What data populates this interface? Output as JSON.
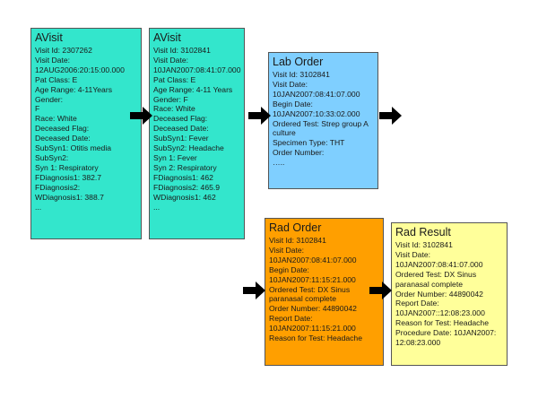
{
  "colors": {
    "avisit": "#33e6cc",
    "lab_order": "#7fcfff",
    "rad_order": "#ff9f00",
    "rad_result": "#ffff9a",
    "arrow": "#000000"
  },
  "boxes": {
    "avisit1": {
      "title": "AVisit",
      "rows": [
        "Visit Id: 2307262",
        "Visit Date:",
        "12AUG2006:20:15:00.000",
        "Pat Class: E",
        "Age Range: 4-11Years Gender:",
        "F",
        "Race: White",
        "Deceased Flag:",
        "Deceased Date:",
        "SubSyn1: Otitis media",
        "SubSyn2:",
        "Syn 1: Respiratory",
        "FDiagnosis1: 382.7",
        "FDiagnosis2:",
        "WDiagnosis1: 388.7",
        "..."
      ]
    },
    "avisit2": {
      "title": "AVisit",
      "rows": [
        "Visit Id: 3102841",
        "Visit Date:",
        "10JAN2007:08:41:07.000",
        "Pat Class: E",
        "Age Range: 4-11 Years",
        "Gender: F",
        "Race: White",
        "Deceased Flag:",
        "Deceased Date:",
        "SubSyn1: Fever",
        "SubSyn2: Headache",
        "Syn 1: Fever",
        "Syn 2: Respiratory",
        "FDiagnosis1: 462",
        "FDiagnosis2: 465.9",
        "WDiagnosis1: 462",
        "..."
      ]
    },
    "lab_order": {
      "title": "Lab Order",
      "rows": [
        "Visit Id: 3102841",
        "Visit Date:",
        "10JAN2007:08:41:07.000",
        "Begin Date:",
        "10JAN2007:10:33:02.000",
        "Ordered Test: Strep group A",
        "culture",
        "Specimen Type: THT",
        "Order Number:",
        "….."
      ]
    },
    "rad_order": {
      "title": "Rad Order",
      "rows": [
        "Visit Id: 3102841",
        "Visit Date:",
        "10JAN2007:08:41:07.000",
        "Begin Date:",
        "10JAN2007:11:15:21.000",
        "Ordered Test: DX Sinus",
        "paranasal complete",
        "Order Number: 44890042",
        "Report Date:",
        "10JAN2007:11:15:21.000",
        "Reason for Test: Headache"
      ]
    },
    "rad_result": {
      "title": "Rad Result",
      "rows": [
        "Visit Id: 3102841",
        "Visit Date:",
        "10JAN2007:08:41:07.000",
        "Ordered Test: DX Sinus",
        "paranasal complete",
        "Order Number: 44890042",
        "Report Date:",
        "10JAN2007::12:08:23.000",
        "Reason for Test: Headache",
        "Procedure Date: 10JAN2007:",
        "12:08:23.000"
      ]
    }
  }
}
